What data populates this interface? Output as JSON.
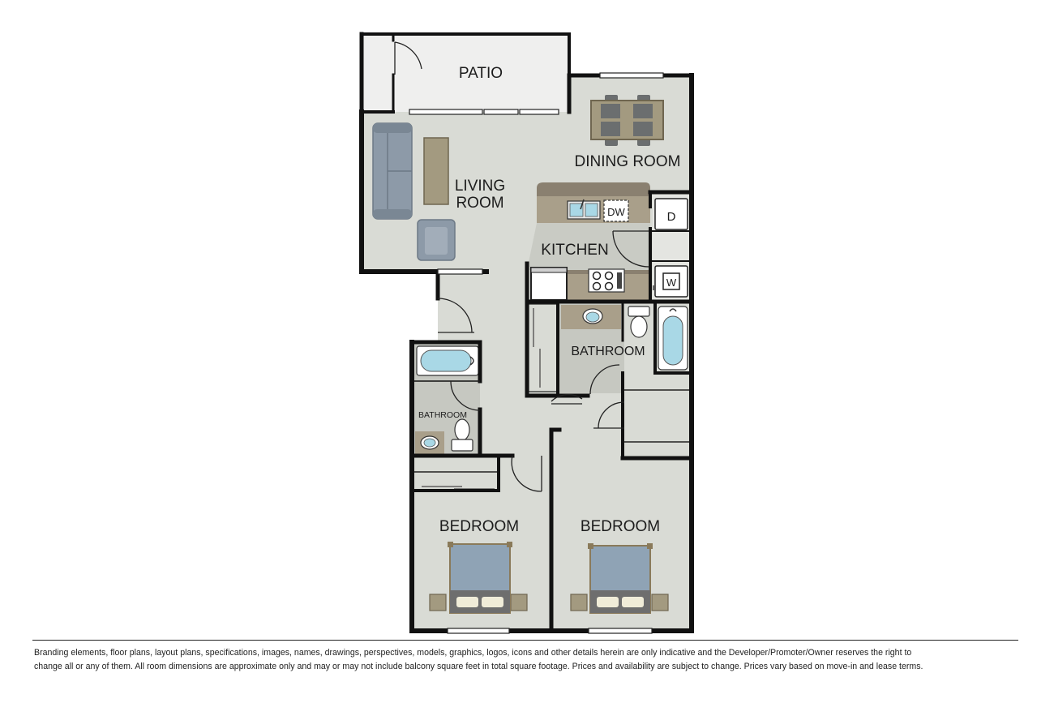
{
  "rooms": {
    "patio": "PATIO",
    "dining": "DINING ROOM",
    "living_line1": "LIVING",
    "living_line2": "ROOM",
    "kitchen": "KITCHEN",
    "bathroom_main": "BATHROOM",
    "bathroom_small": "BATHROOM",
    "bedroom_left": "BEDROOM",
    "bedroom_right": "BEDROOM"
  },
  "appliances": {
    "dishwasher": "DW",
    "dryer": "D",
    "washer": "W"
  },
  "colors": {
    "floor": "#d9dbd5",
    "patio_floor": "#efefee",
    "wall": "#111111",
    "counter": "#8a8070",
    "water": "#a9d8e6",
    "bed": "#8fa3b5",
    "sofa": "#8d9aa8",
    "table": "#a39a80"
  },
  "disclaimer": {
    "line1": "Branding elements, floor plans, layout plans, specifications, images, names, drawings, perspectives, models, graphics, logos, icons and other details herein are only indicative and the Developer/Promoter/Owner reserves the right to",
    "line2": "change all or any of them. All room dimensions are approximate only and may or may not include balcony square feet in total square footage. Prices and availability are subject to change. Prices vary based on move-in and lease terms."
  }
}
